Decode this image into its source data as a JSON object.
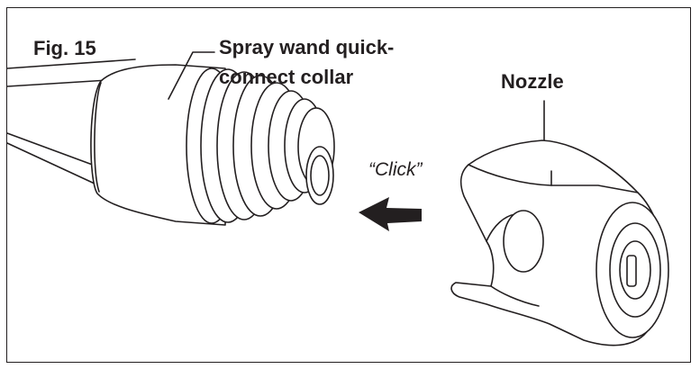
{
  "figure": {
    "label": "Fig. 15",
    "callouts": {
      "collar_line1": "Spray wand quick-",
      "collar_line2": "connect collar",
      "nozzle": "Nozzle",
      "click": "“Click”"
    },
    "colors": {
      "ink": "#231f20",
      "background": "#ffffff"
    },
    "icons": [
      "arrow-left-icon"
    ]
  }
}
